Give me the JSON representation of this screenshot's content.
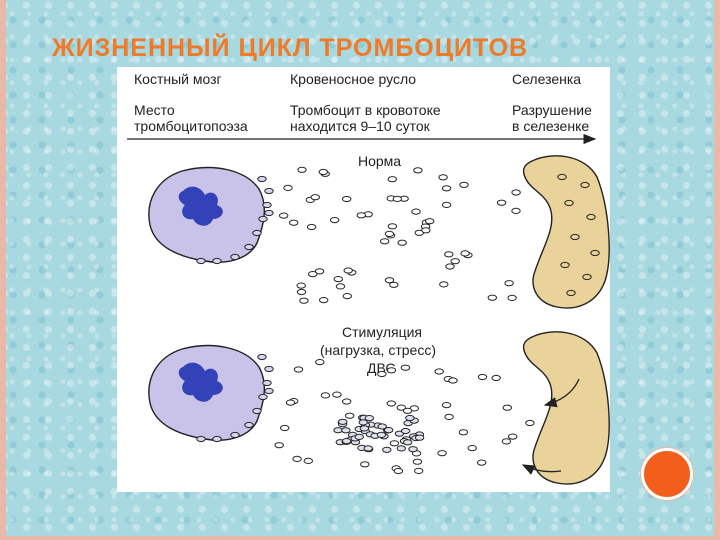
{
  "slide": {
    "title": "ЖИЗНЕННЫЙ ЦИКЛ ТРОМБОЦИТОВ"
  },
  "figure": {
    "columns": [
      {
        "header": "Костный мозг",
        "desc_line1": "Место",
        "desc_line2": "тромбоцитопоэза"
      },
      {
        "header": "Кровеносное русло",
        "desc_line1": "Тромбоцит в кровотоке",
        "desc_line2": "находится 9–10 суток"
      },
      {
        "header": "Селезенка",
        "desc_line1": "Разрушение",
        "desc_line2": "в селезенке"
      }
    ],
    "normal_label": "Норма",
    "stimulation_label_line1": "Стимуляция",
    "stimulation_label_line2": "(нагрузка, стресс)",
    "stimulation_label_line3": "ДВС"
  },
  "colors": {
    "accent": "#f07a28",
    "megakaryocyte_fill": "#c9c3ea",
    "nucleus_fill": "#3342b8",
    "spleen_fill": "#ead39a",
    "button_orange": "#f25f1c"
  }
}
